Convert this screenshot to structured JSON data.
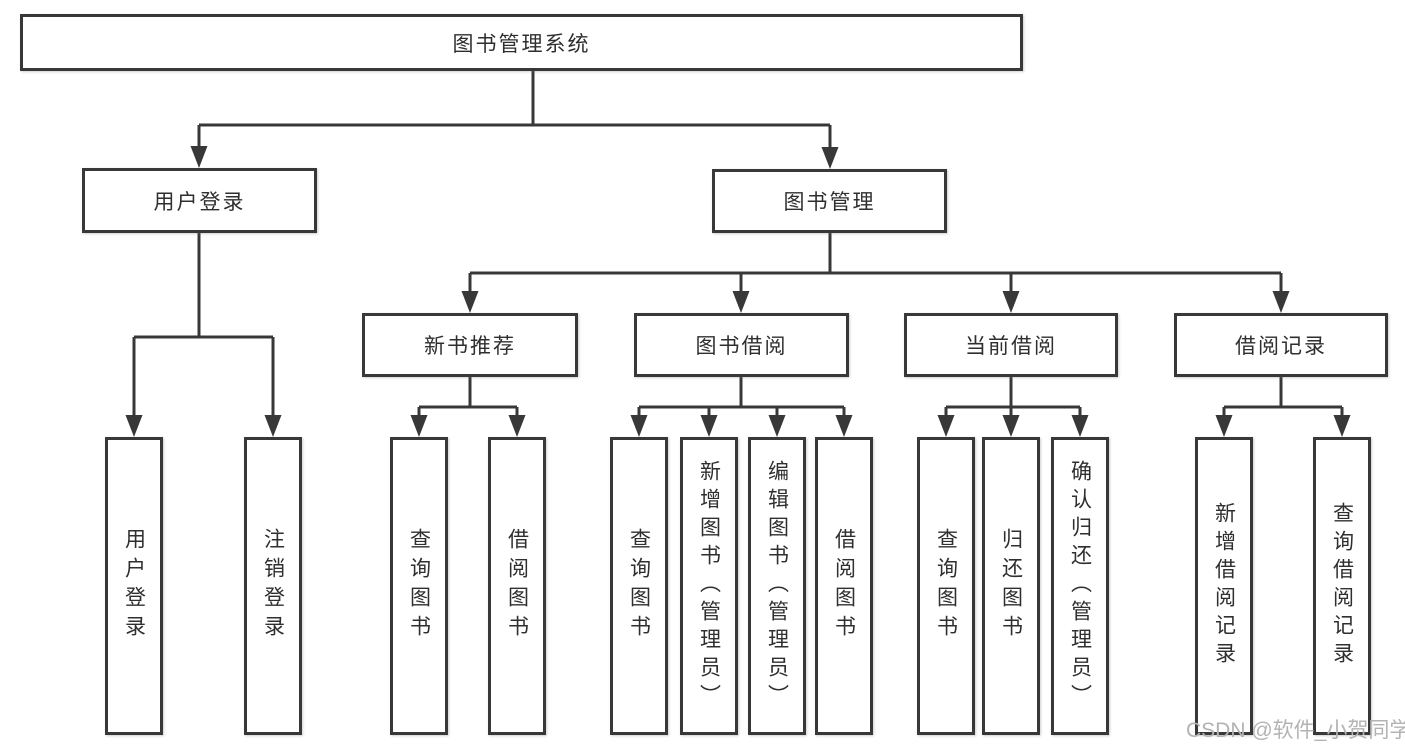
{
  "tree": {
    "root": "图书管理系统",
    "children": [
      {
        "label": "用户登录",
        "children": [
          "用户登录",
          "注销登录"
        ]
      },
      {
        "label": "图书管理",
        "children": [
          {
            "label": "新书推荐",
            "children": [
              "查询图书",
              "借阅图书"
            ]
          },
          {
            "label": "图书借阅",
            "children": [
              "查询图书",
              "新增图书（管理员）",
              "编辑图书（管理员）",
              "借阅图书"
            ]
          },
          {
            "label": "当前借阅",
            "children": [
              "查询图书",
              "归还图书",
              "确认归还（管理员）"
            ]
          },
          {
            "label": "借阅记录",
            "children": [
              "新增借阅记录",
              "查询借阅记录"
            ]
          }
        ]
      }
    ]
  },
  "watermark": {
    "text": "CSDN @软件_小贺同学"
  },
  "colors": {
    "line": "#383838",
    "text": "#2f2f2f",
    "box_bg": "#ffffff",
    "bg": "#ffffff",
    "watermark": "#b3b3b3"
  }
}
